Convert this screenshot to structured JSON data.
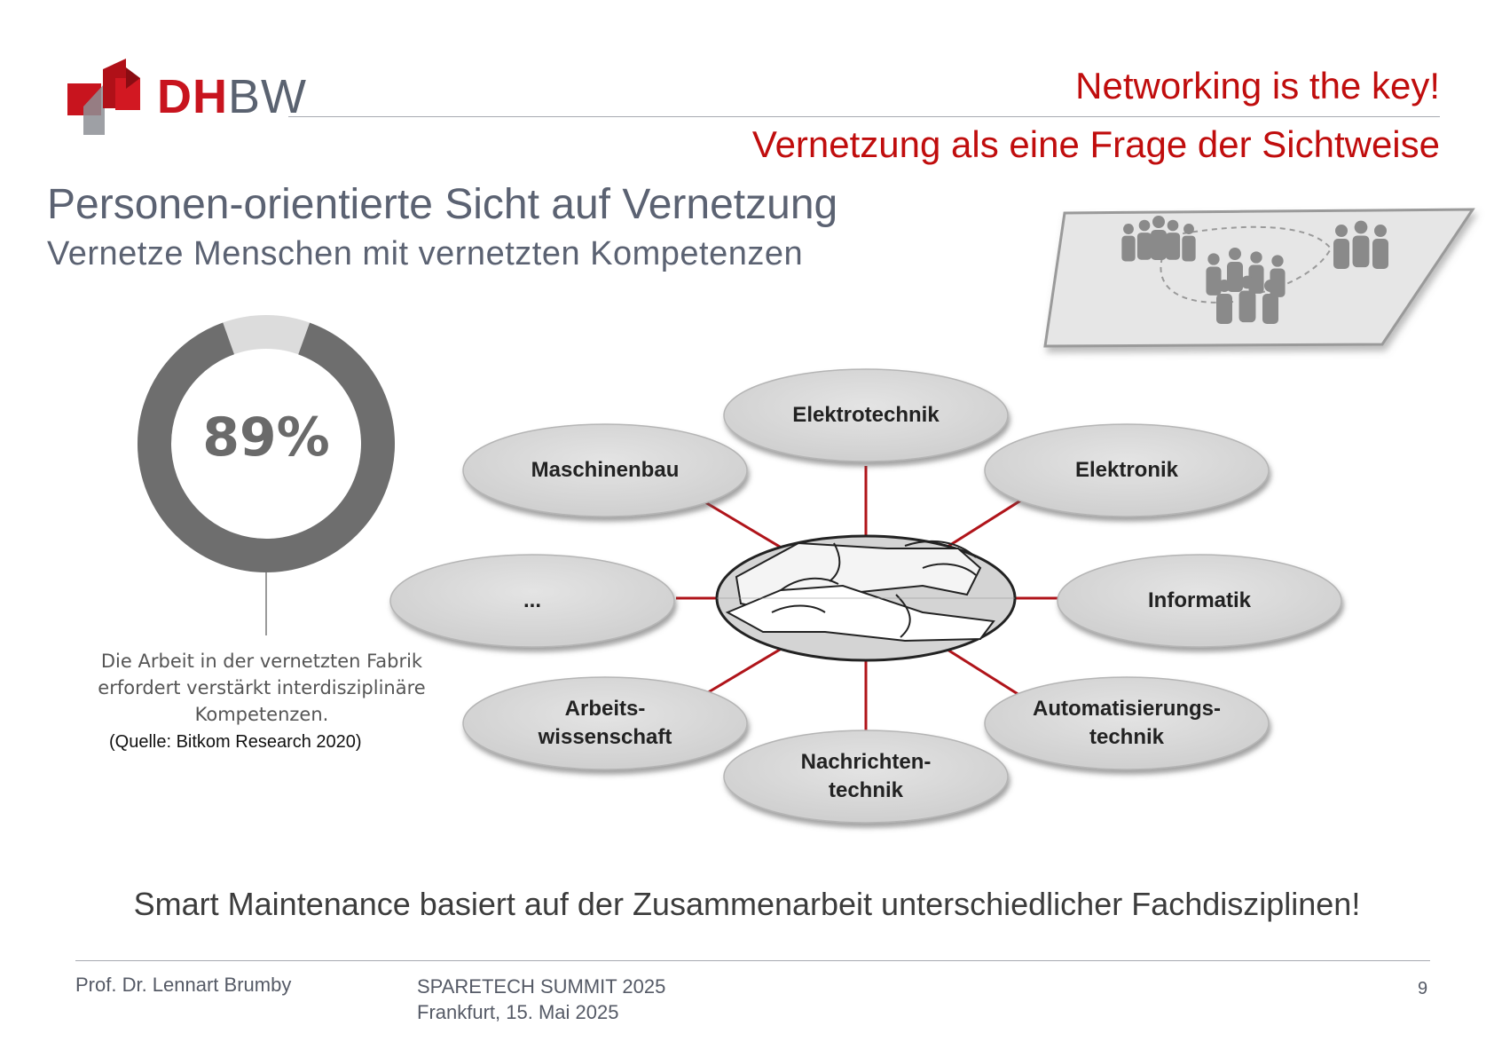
{
  "logo": {
    "part1": "DH",
    "part2": "BW"
  },
  "header": {
    "title_en": "Networking is the key!",
    "title_de": "Vernetzung als eine Frage der Sichtweise"
  },
  "slide": {
    "title": "Personen-orientierte Sicht auf Vernetzung",
    "subtitle": "Vernetze Menschen mit vernetzten Kompetenzen"
  },
  "stat": {
    "value": 0.89,
    "label": "89%",
    "caption": "Die Arbeit in der vernetzten Fabrik erfordert verstärkt interdisziplinäre Kompetenzen.",
    "source": "(Quelle: Bitkom Research 2020)"
  },
  "disciplines": {
    "top": "Elektrotechnik",
    "top_left": "Maschinenbau",
    "top_right": "Elektronik",
    "left": "...",
    "right": "Informatik",
    "bottom_left_1": "Arbeits-",
    "bottom_left_2": "wissenschaft",
    "bottom_right_1": "Automatisierungs-",
    "bottom_right_2": "technik",
    "bottom_1": "Nachrichten-",
    "bottom_2": "technik"
  },
  "conclusion": "Smart Maintenance basiert auf der Zusammenarbeit unterschiedlicher Fachdisziplinen!",
  "footer": {
    "author": "Prof. Dr. Lennart Brumby",
    "event": "SPARETECH SUMMIT 2025",
    "place_date": "Frankfurt, 15. Mai 2025",
    "page": "9"
  },
  "colors": {
    "accent_red": "#c00d0d",
    "logo_red": "#c8141e",
    "connector_red": "#b0141a",
    "donut_dark": "#6e6e6e",
    "donut_light": "#dcdcdc",
    "ellipse_fill": "#d9d9d9",
    "text_slate": "#5b6272"
  }
}
